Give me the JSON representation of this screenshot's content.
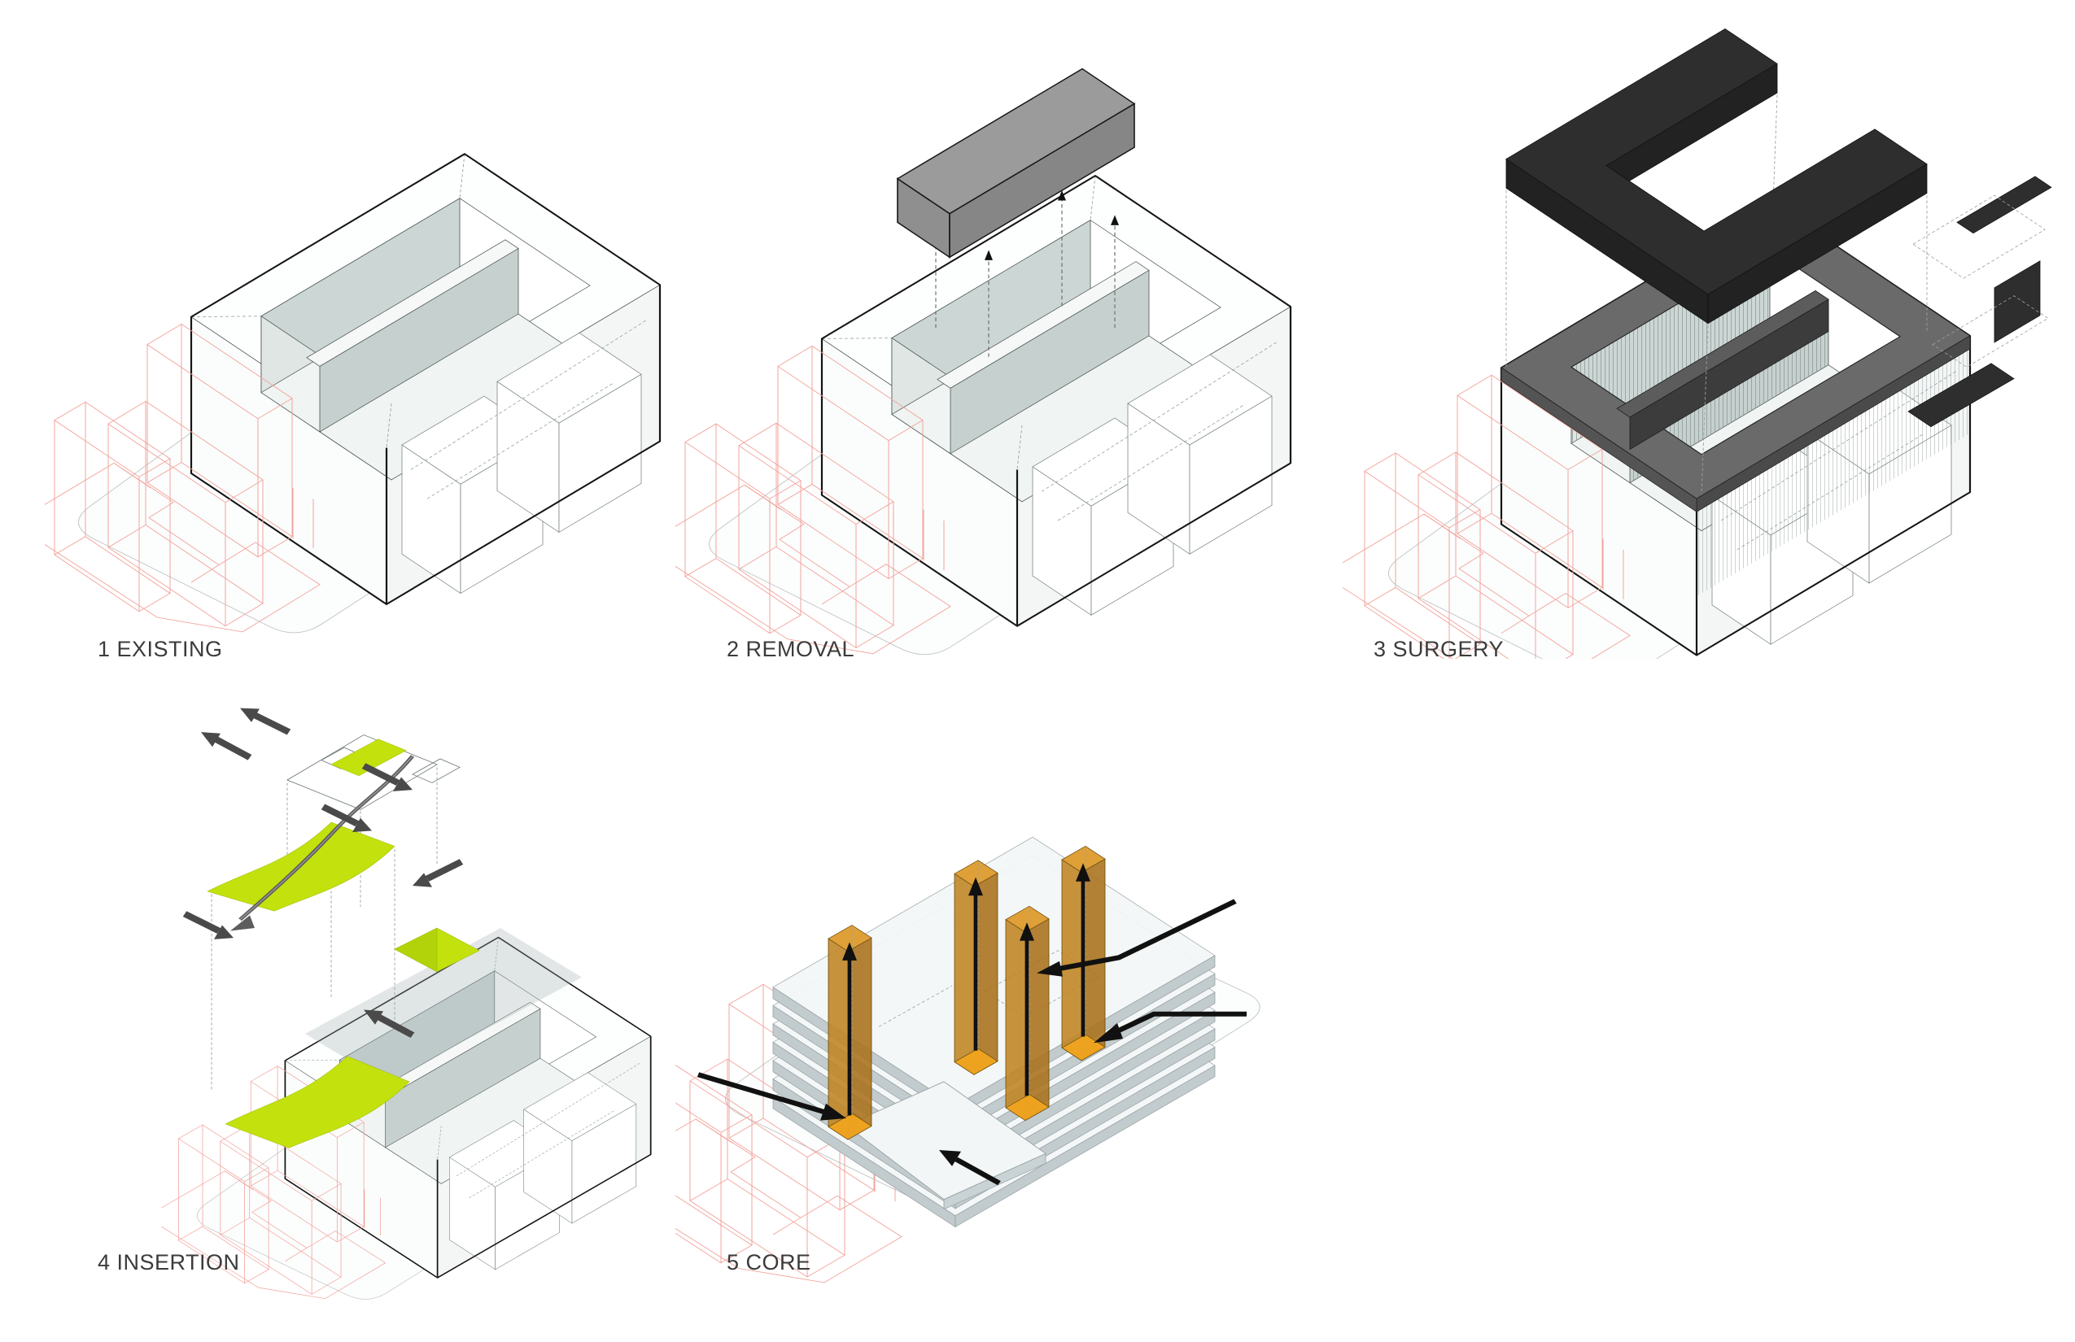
{
  "colors": {
    "background": "#ffffff",
    "label": "#3b3b3b",
    "outline": "#141414",
    "context_red": "#f2a49d",
    "site_gray": "#c6cac9",
    "removal_gray": "#9b9b9b",
    "surgery_dark": "#2e2e2e",
    "surgery_roof": "#6a6a6a",
    "insertion_green": "#c3e10c",
    "core_orange": "#dd9b2d",
    "arrow_dark": "#4a4a4a",
    "arrow_black": "#111111"
  },
  "panels": [
    {
      "id": "existing",
      "label": "1 EXISTING"
    },
    {
      "id": "removal",
      "label": "2 REMOVAL"
    },
    {
      "id": "surgery",
      "label": "3 SURGERY"
    },
    {
      "id": "insertion",
      "label": "4 INSERTION"
    },
    {
      "id": "core",
      "label": "5 CORE"
    }
  ]
}
